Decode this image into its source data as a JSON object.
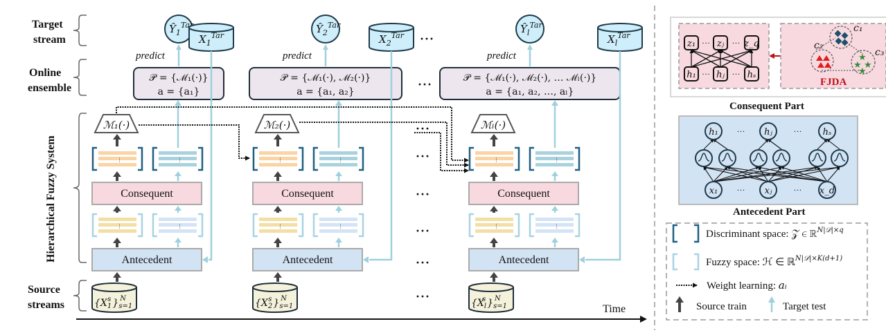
{
  "colors": {
    "target_fill": "#cdeefa",
    "source_fill": "#f5f2dc",
    "ensemble_fill": "#ede6ee",
    "consequent_fill": "#f7d9df",
    "antecedent_fill": "#d2e3f4",
    "discriminant_bracket": "#1f5f82",
    "fuzzy_bracket": "#a8d3e2",
    "target_arrow": "#9fd0de",
    "source_arrow": "#444444",
    "fjda_red": "#c0101a"
  },
  "row_labels": {
    "target_stream": [
      "Target",
      "stream"
    ],
    "online_ensemble": [
      "Online",
      "ensemble"
    ],
    "hierarchical": "Hierarchical Fuzzy System",
    "source_streams": [
      "Source",
      "streams"
    ]
  },
  "stages": [
    {
      "y_hat": "Ŷ",
      "y_sub": "1",
      "y_sup": "Tar",
      "x_tar": "X",
      "x_sub": "1",
      "x_sup": "Tar",
      "predict": "predict",
      "ensemble_line1": "𝒫 = {ℳ₁(·)}",
      "ensemble_line2": "a = {a₁}",
      "model": "ℳ₁(·)",
      "consequent": "Consequent",
      "antecedent": "Antecedent",
      "source": "{X₁ˢ}ₛ₌₁ᴺ",
      "source_main": "{X",
      "source_sub": "1",
      "source_sup": "s",
      "source_range_sub": "s=1",
      "source_range_sup": "N"
    },
    {
      "y_hat": "Ŷ",
      "y_sub": "2",
      "y_sup": "Tar",
      "x_tar": "X",
      "x_sub": "2",
      "x_sup": "Tar",
      "predict": "predict",
      "ensemble_line1": "𝒫 = {ℳ₁(·), ℳ₂(·)}",
      "ensemble_line2": "a = {a₁, a₂}",
      "model": "ℳ₂(·)",
      "consequent": "Consequent",
      "antecedent": "Antecedent",
      "source_main": "{X",
      "source_sub": "2",
      "source_sup": "s",
      "source_range_sub": "s=1",
      "source_range_sup": "N"
    },
    {
      "y_hat": "Ŷ",
      "y_sub": "l",
      "y_sup": "Tar",
      "x_tar": "X",
      "x_sub": "l",
      "x_sup": "Tar",
      "predict": "predict",
      "ensemble_line1": "𝒫 = {ℳ₁(·), ℳ₂(·), … ℳₗ(·)}",
      "ensemble_line2": "a = {a₁, a₂, …, aₗ}",
      "model": "ℳₗ(·)",
      "consequent": "Consequent",
      "antecedent": "Antecedent",
      "source_main": "{X",
      "source_sub": "l",
      "source_sup": "s",
      "source_range_sub": "s=1",
      "source_range_sup": "N"
    }
  ],
  "ellipsis": "···",
  "time_label": "Time",
  "consequent_part": {
    "title": "Consequent Part",
    "z_nodes": [
      "z₁",
      "zⱼ",
      "z_q"
    ],
    "h_nodes": [
      "h₁",
      "hⱼ",
      "hₛ"
    ],
    "fjda_label": "FJDA",
    "clusters": [
      "c₁",
      "c₂",
      "c₃"
    ]
  },
  "antecedent_part": {
    "title": "Antecedent Part",
    "h_nodes": [
      "h₁",
      "hⱼ",
      "hₛ"
    ],
    "x_nodes": [
      "x₁",
      "xⱼ",
      "x_d"
    ]
  },
  "legend": {
    "discriminant": "Discriminant space: 𝒵 ∈ ℝ",
    "discriminant_sup": "N|𝒟|×q",
    "fuzzy": "Fuzzy space: ℋ ∈ ℝ",
    "fuzzy_sup": "N|𝒟|×K(d+1)",
    "weight": "Weight learning: ",
    "weight_var": "aᵢ",
    "source_train": "Source train",
    "target_test": "Target test"
  }
}
